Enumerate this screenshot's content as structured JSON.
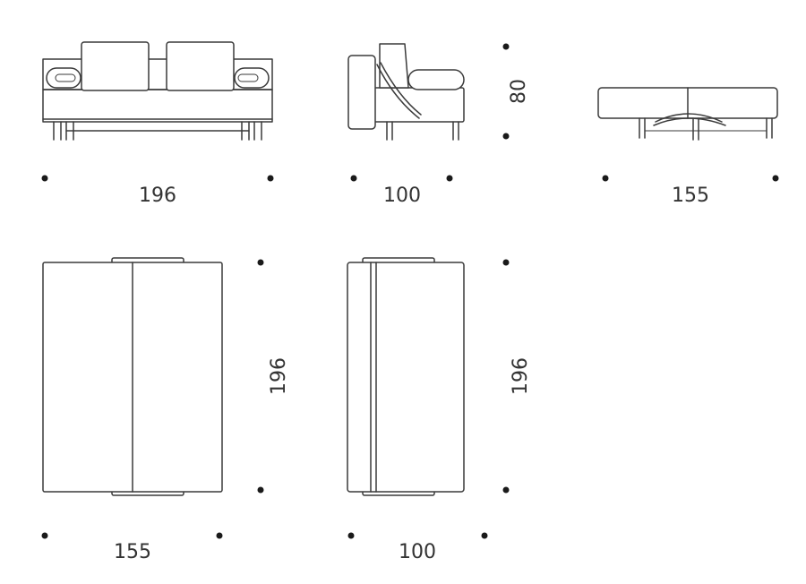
{
  "dimensions": {
    "front_width": "196",
    "side_depth": "100",
    "height": "80",
    "bed_side_depth": "155",
    "bed_top_width": "155",
    "bed_top_length": "196",
    "bed_side_top_width": "100",
    "bed_side_top_length": "196"
  },
  "colors": {
    "line": "#3a3a3a",
    "dot": "#1a1a1a",
    "text": "#333333",
    "background": "#ffffff"
  }
}
